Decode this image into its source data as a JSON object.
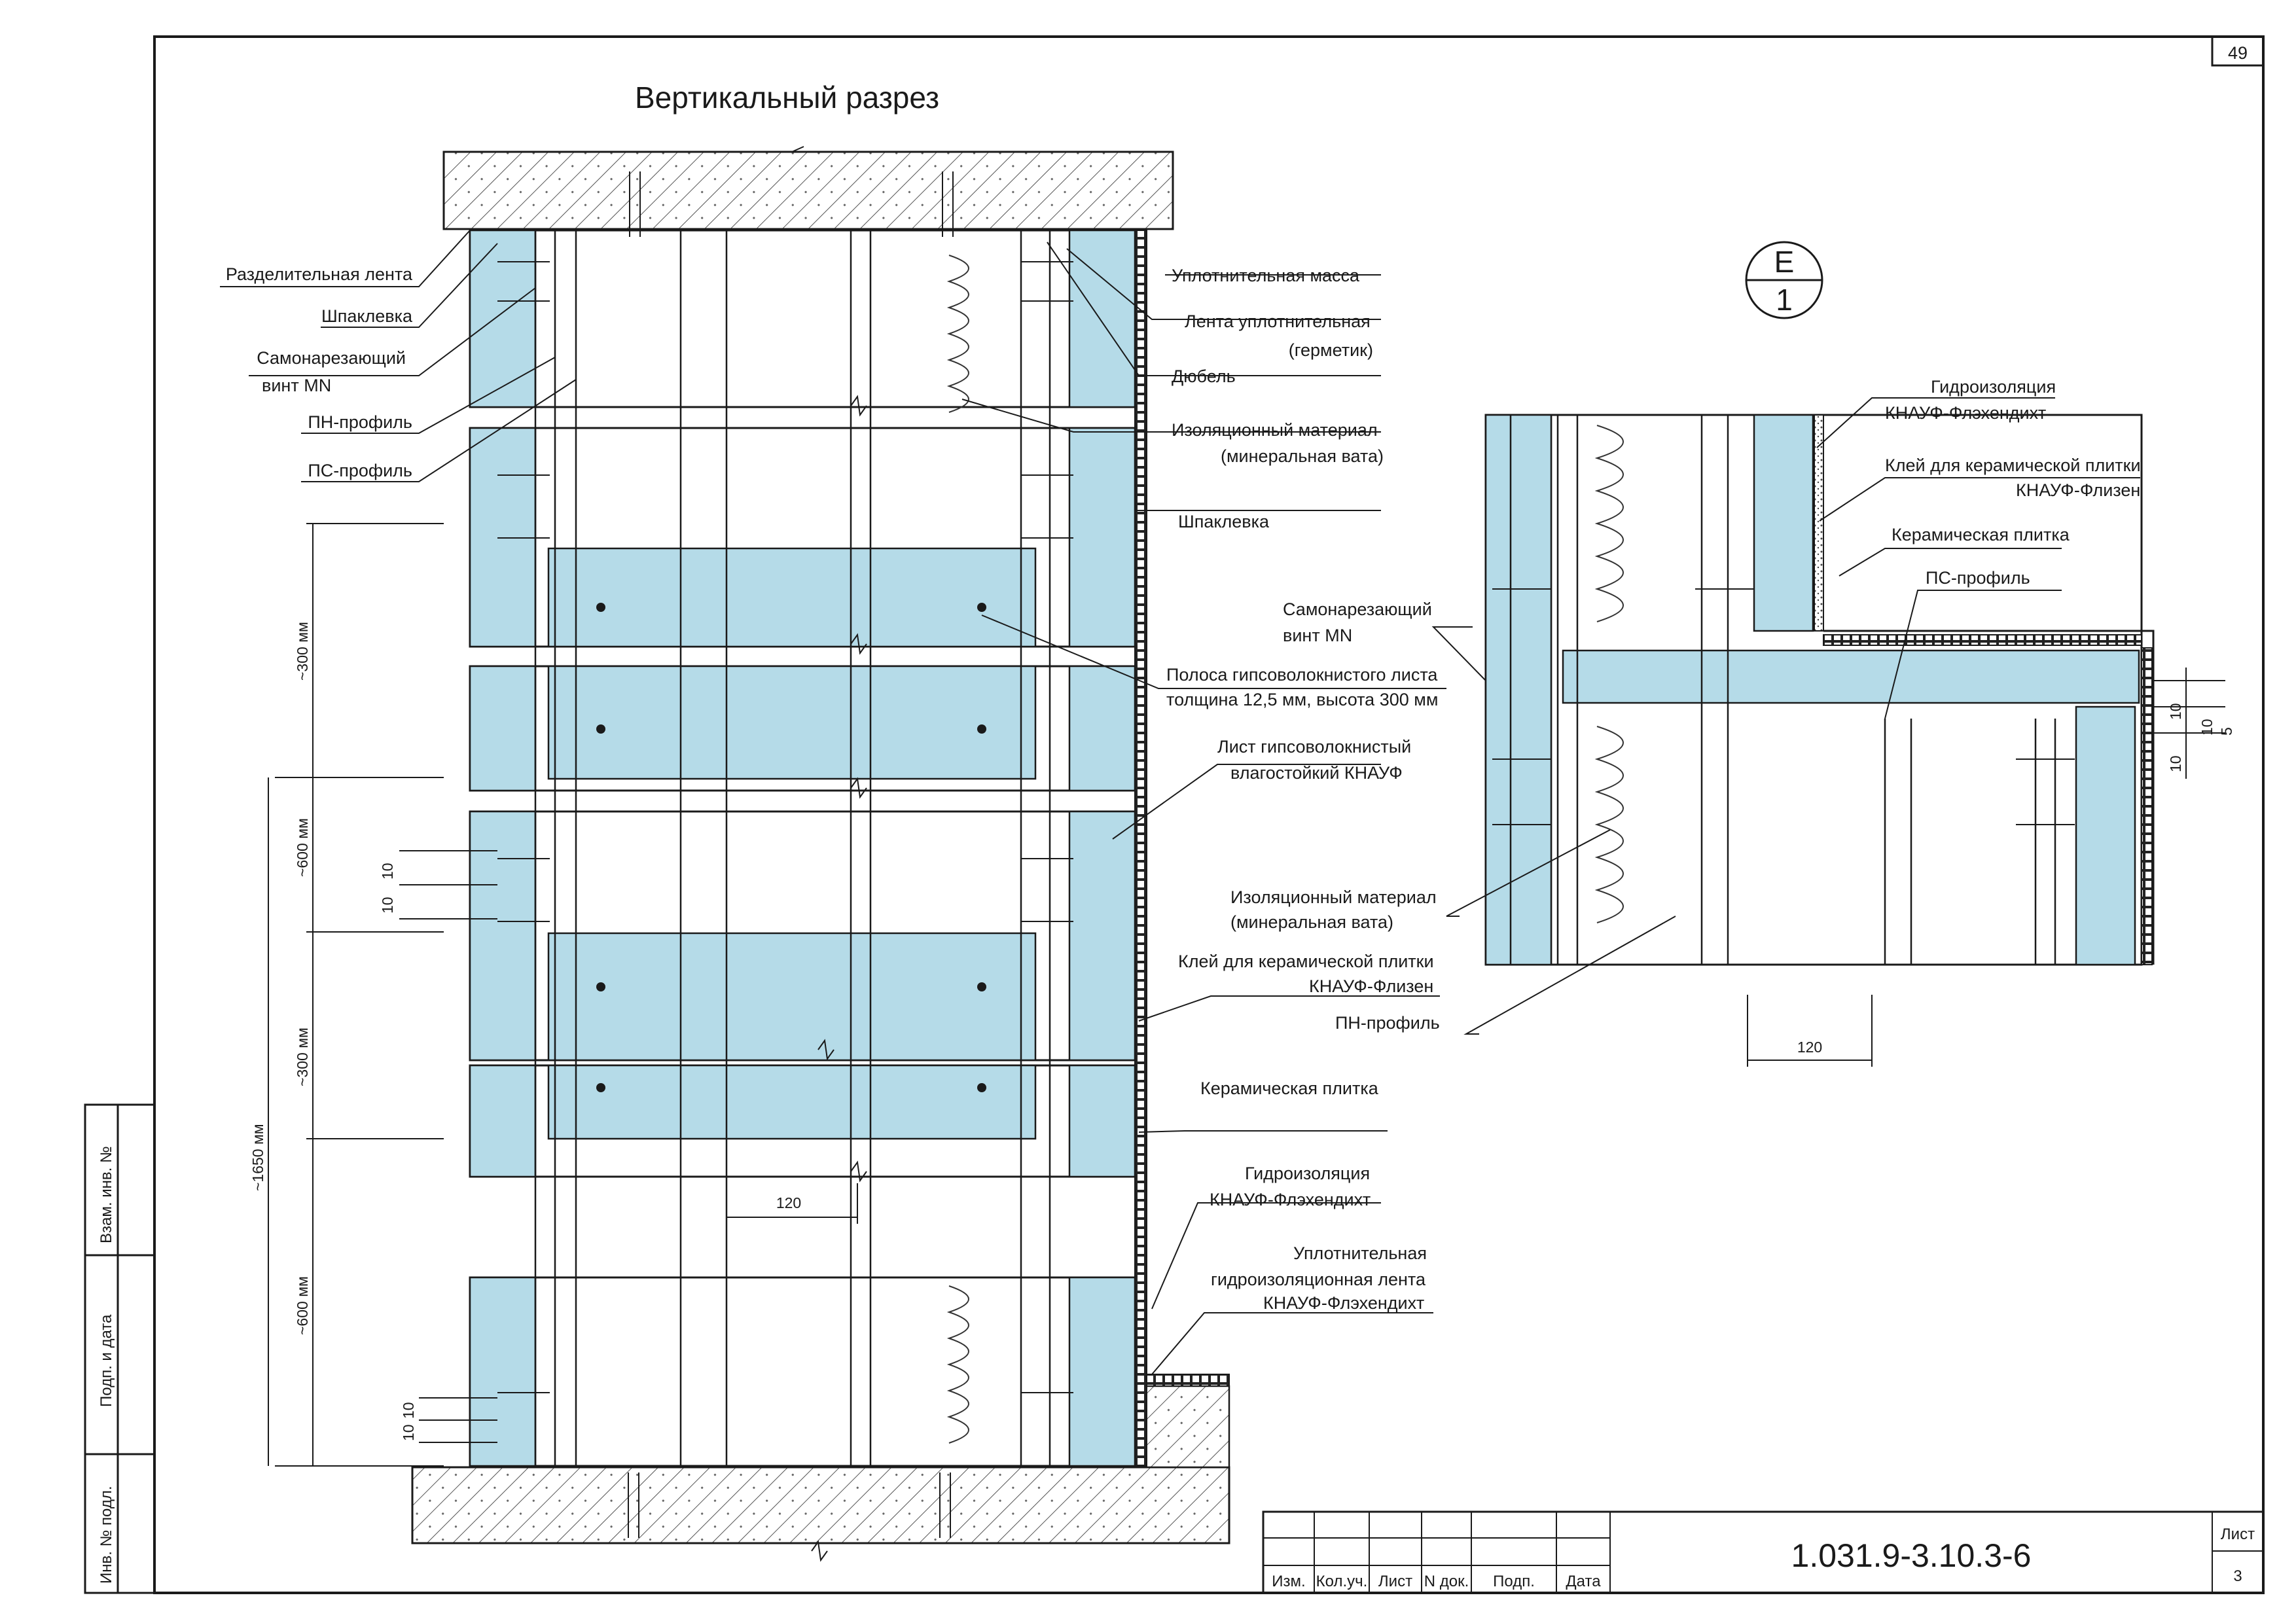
{
  "sheet_number_top": "49",
  "title": "Вертикальный разрез",
  "section_marker": {
    "top": "Е",
    "bottom": "1"
  },
  "left_labels": {
    "separating_tape": "Разделительная лента",
    "putty": "Шпаклевка",
    "screw_line1": "Самонарезающий",
    "screw_line2": "винт MN",
    "pn_profile": "ПН-профиль",
    "ps_profile": "ПС-профиль"
  },
  "right_labels": {
    "sealing_mass": "Уплотнительная масса",
    "sealing_tape_line1": "Лента уплотнительная",
    "sealing_tape_line2": "(герметик)",
    "dowel": "Дюбель",
    "insulation_line1": "Изоляционный материал",
    "insulation_line2": "(минеральная вата)",
    "putty2": "Шпаклевка",
    "strip_line1": "Полоса гипсоволокнистого листа",
    "strip_line2": "толщина 12,5 мм, высота 300 мм",
    "sheet_line1": "Лист гипсоволокнистый",
    "sheet_line2": "влагостойкий КНАУФ",
    "glue_line1": "Клей для керамической плитки",
    "glue_line2": "КНАУФ-Флизен",
    "tile": "Керамическая плитка",
    "waterproof_line1": "Гидроизоляция",
    "waterproof_line2": "КНАУФ-Флэхендихт",
    "seal_wp_line1": "Уплотнительная",
    "seal_wp_line2": "гидроизоляционная лента",
    "seal_wp_line3": "КНАУФ-Флэхендихт"
  },
  "detail_labels": {
    "waterproof_line1": "Гидроизоляция",
    "waterproof_line2": "КНАУФ-Флэхендихт",
    "glue_line1": "Клей для керамической плитки",
    "glue_line2": "КНАУФ-Флизен",
    "tile": "Керамическая плитка",
    "ps_profile": "ПС-профиль",
    "screw_line1": "Самонарезающий",
    "screw_line2": "винт MN",
    "insulation_line1": "Изоляционный материал",
    "insulation_line2": "(минеральная вата)",
    "pn_profile": "ПН-профиль"
  },
  "dimensions": {
    "d300_top": "~300 мм",
    "d600_top": "~600 мм",
    "d300_mid": "~300 мм",
    "d600_bot": "~600 мм",
    "d1650": "~1650 мм",
    "width120_main": "120",
    "width120_detail": "120",
    "d10": "10",
    "d5": "5"
  },
  "side_stamp": {
    "inv_orig": "Инв. № подл.",
    "sign_date": "Подп. и дата",
    "inv_replace": "Взам. инв. №"
  },
  "title_block": {
    "columns": [
      "Изм.",
      "Кол.уч.",
      "Лист",
      "N док.",
      "Подп.",
      "Дата"
    ],
    "doc_code": "1.031.9-3.10.3-6",
    "sheet_label": "Лист",
    "sheet_value": "3"
  },
  "colors": {
    "board": "#b5dbe8",
    "line": "#1a1a1a",
    "paper": "#ffffff"
  }
}
